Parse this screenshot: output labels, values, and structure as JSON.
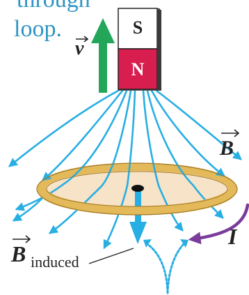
{
  "caption": {
    "line1": "through",
    "line2": "loop."
  },
  "magnet": {
    "north_label": "N",
    "south_label": "S"
  },
  "labels": {
    "velocity": "v",
    "field": "B",
    "induced_field_symbol": "B",
    "induced_field_subscript": "induced",
    "current": "I"
  },
  "colors": {
    "caption_text": "#2e95c4",
    "field_lines": "#27aee3",
    "velocity_arrow": "#23a65a",
    "north_pole": "#d81e4f",
    "south_pole": "#ffffff",
    "loop_ring": "#e3b95a",
    "loop_fill": "#f7e3c7",
    "current_arrow": "#7a3c9c",
    "label_text": "#222222"
  }
}
